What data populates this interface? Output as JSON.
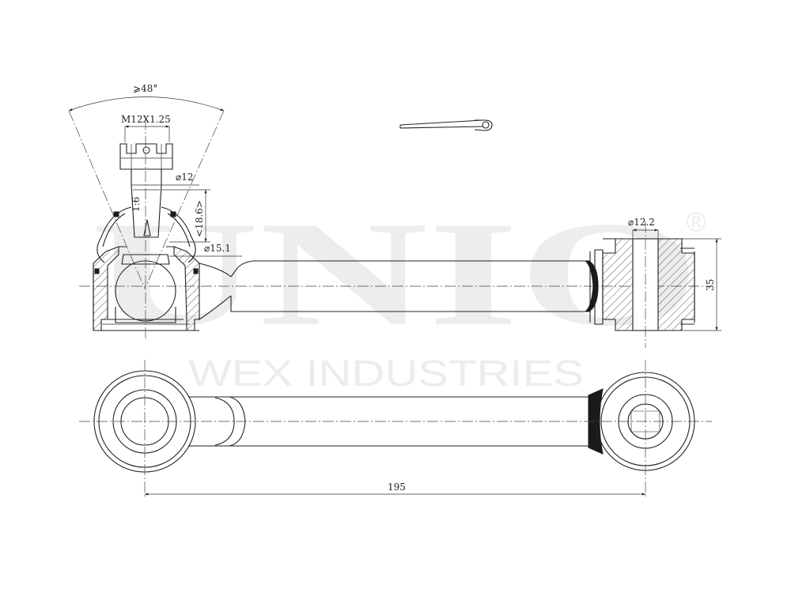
{
  "watermark": {
    "brand": "UNIO",
    "registered": "®",
    "company": "WEX INDUSTRIES"
  },
  "dimensions": {
    "angle": "⩾48°",
    "thread": "M12X1.25",
    "stud_dia": "⌀12",
    "taper": "1:6",
    "taper_len": "<18.6>",
    "ball_dia": "⌀15.1",
    "bush_dia": "⌀12.2",
    "bush_height": "35",
    "length": "195"
  },
  "colors": {
    "line": "#222222",
    "watermark": "#ededed"
  }
}
